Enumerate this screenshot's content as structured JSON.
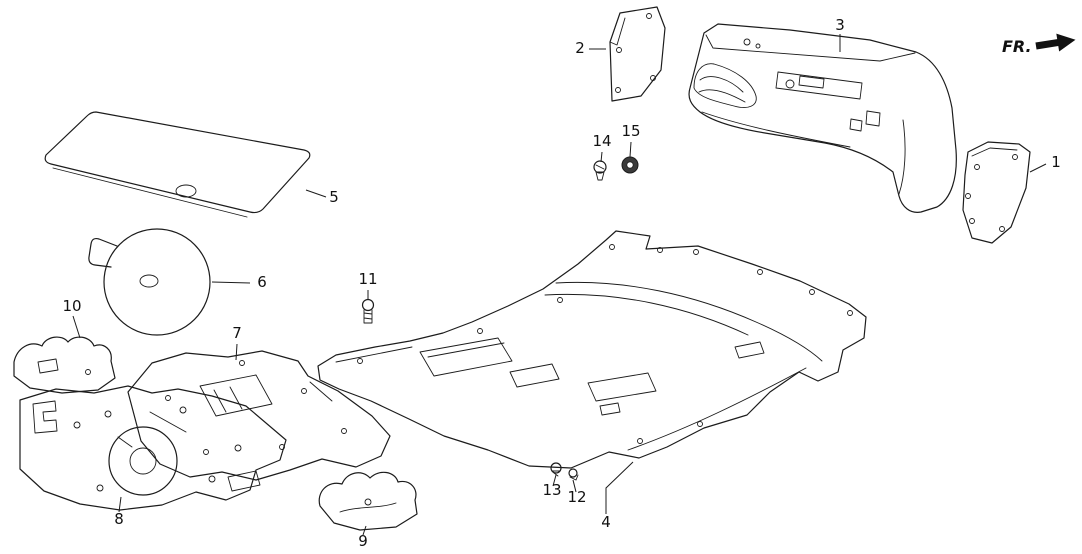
{
  "colors": {
    "background": "#ffffff",
    "ink": "#1c1c1c"
  },
  "direction_arrow": {
    "label": "FR."
  },
  "callouts": {
    "n1": "1",
    "n2": "2",
    "n3": "3",
    "n4": "4",
    "n5": "5",
    "n6": "6",
    "n7": "7",
    "n8": "8",
    "n9": "9",
    "n10": "10",
    "n11": "11",
    "n12": "12",
    "n13": "13",
    "n14": "14",
    "n15": "15"
  }
}
